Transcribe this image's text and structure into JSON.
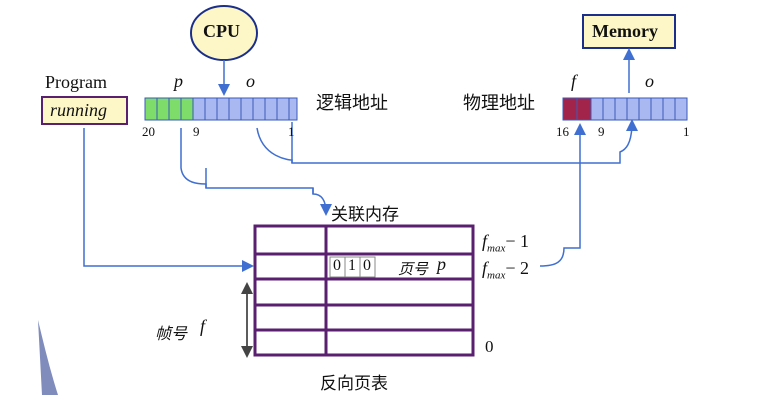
{
  "cpu": {
    "label": "CPU"
  },
  "memory": {
    "label": "Memory"
  },
  "program": {
    "title": "Program",
    "status": "running"
  },
  "logical_address": {
    "label": "逻辑地址",
    "page_field": "p",
    "offset_field": "o",
    "bit_labels": {
      "high": "20",
      "mid": "9",
      "low": "1"
    }
  },
  "physical_address": {
    "label": "物理地址",
    "frame_field": "f",
    "offset_field": "o",
    "bit_labels": {
      "high": "16",
      "mid": "9",
      "low": "1"
    }
  },
  "associative_memory": {
    "label": "关联内存"
  },
  "inverted_page_table": {
    "caption": "反向页表",
    "row_labels": {
      "top": "f",
      "top_sub": "max",
      "top_suffix": "− 1",
      "second": "f",
      "second_sub": "max",
      "second_suffix": "− 2",
      "bottom": "0"
    },
    "match_row": {
      "bits": [
        "0",
        "1",
        "0"
      ],
      "label": "页号",
      "label_var": "p"
    },
    "frame_axis": {
      "label": "帧号",
      "var": "f"
    }
  },
  "colors": {
    "accent_blue": "#3f6fd1",
    "page_green": "#7ddc6a",
    "register_blue": "#aab8f2",
    "frame_red": "#a3244a",
    "table_purple": "#5a1f6e",
    "cpu_fill": "#fdf7c8",
    "memory_fill": "#fdf7c8"
  }
}
